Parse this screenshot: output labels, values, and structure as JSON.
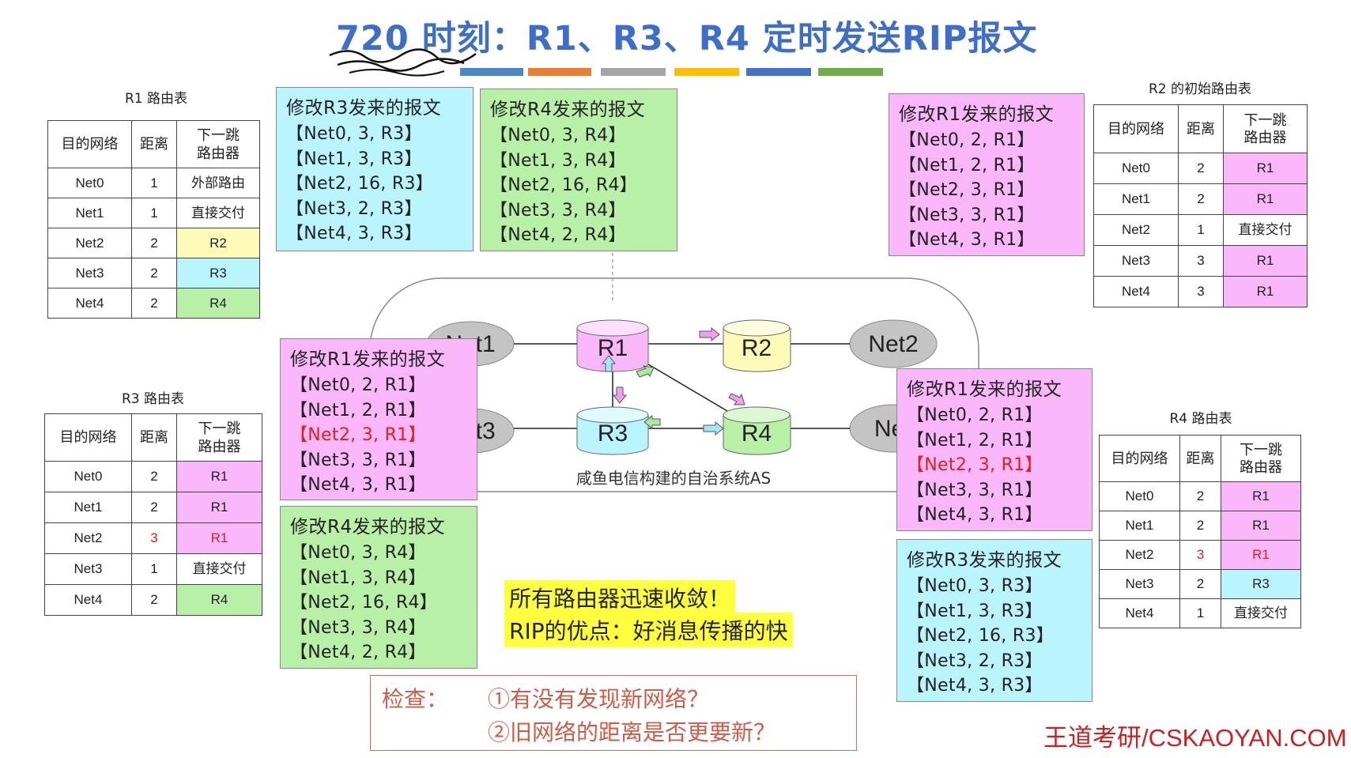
{
  "title": "720 时刻：R1、R3、R4 定时发送RIP报文",
  "table_header": {
    "dest": "目的网络",
    "dist": "距离",
    "next_line1": "下一跳",
    "next_line2": "路由器"
  },
  "r1_table": {
    "caption": "R1 路由表",
    "rows": [
      {
        "net": "Net0",
        "dist": "1",
        "next": "外部路由"
      },
      {
        "net": "Net1",
        "dist": "1",
        "next": "直接交付"
      },
      {
        "net": "Net2",
        "dist": "2",
        "next": "R2"
      },
      {
        "net": "Net3",
        "dist": "2",
        "next": "R3"
      },
      {
        "net": "Net4",
        "dist": "2",
        "next": "R4"
      }
    ]
  },
  "r2_table": {
    "caption": "R2 的初始路由表",
    "rows": [
      {
        "net": "Net0",
        "dist": "2",
        "next": "R1"
      },
      {
        "net": "Net1",
        "dist": "2",
        "next": "R1"
      },
      {
        "net": "Net2",
        "dist": "1",
        "next": "直接交付"
      },
      {
        "net": "Net3",
        "dist": "3",
        "next": "R1"
      },
      {
        "net": "Net4",
        "dist": "3",
        "next": "R1"
      }
    ]
  },
  "r3_table": {
    "caption": "R3 路由表",
    "rows": [
      {
        "net": "Net0",
        "dist": "2",
        "next": "R1"
      },
      {
        "net": "Net1",
        "dist": "2",
        "next": "R1"
      },
      {
        "net": "Net2",
        "dist": "3",
        "next": "R1"
      },
      {
        "net": "Net3",
        "dist": "1",
        "next": "直接交付"
      },
      {
        "net": "Net4",
        "dist": "2",
        "next": "R4"
      }
    ]
  },
  "r4_table": {
    "caption": "R4 路由表",
    "rows": [
      {
        "net": "Net0",
        "dist": "2",
        "next": "R1"
      },
      {
        "net": "Net1",
        "dist": "2",
        "next": "R1"
      },
      {
        "net": "Net2",
        "dist": "3",
        "next": "R1"
      },
      {
        "net": "Net3",
        "dist": "2",
        "next": "R3"
      },
      {
        "net": "Net4",
        "dist": "1",
        "next": "直接交付"
      }
    ]
  },
  "msg_r1_from_r3": {
    "title": "修改R3发来的报文",
    "rows": [
      "【Net0, 3, R3】",
      "【Net1, 3, R3】",
      "【Net2, 16, R3】",
      "【Net3, 2, R3】",
      "【Net4, 3, R3】"
    ]
  },
  "msg_r1_from_r4": {
    "title": "修改R4发来的报文",
    "rows": [
      "【Net0, 3, R4】",
      "【Net1, 3, R4】",
      "【Net2, 16, R4】",
      "【Net3, 3, R4】",
      "【Net4, 2, R4】"
    ]
  },
  "msg_r2_from_r1": {
    "title": "修改R1发来的报文",
    "rows": [
      "【Net0, 2, R1】",
      "【Net1, 2, R1】",
      "【Net2, 3, R1】",
      "【Net3, 3, R1】",
      "【Net4, 3, R1】"
    ]
  },
  "msg_r3_from_r1": {
    "title": "修改R1发来的报文",
    "rows": [
      "【Net0, 2, R1】",
      "【Net1, 2, R1】",
      "【Net2, 3, R1】",
      "【Net3, 3, R1】",
      "【Net4, 3, R1】"
    ]
  },
  "msg_r3_from_r4": {
    "title": "修改R4发来的报文",
    "rows": [
      "【Net0, 3, R4】",
      "【Net1, 3, R4】",
      "【Net2, 16, R4】",
      "【Net3, 3, R4】",
      "【Net4, 2, R4】"
    ]
  },
  "msg_r4_from_r1": {
    "title": "修改R1发来的报文",
    "rows": [
      "【Net0, 2, R1】",
      "【Net1, 2, R1】",
      "【Net2, 3, R1】",
      "【Net3, 3, R1】",
      "【Net4, 3, R1】"
    ]
  },
  "msg_r4_from_r3": {
    "title": "修改R3发来的报文",
    "rows": [
      "【Net0, 3, R3】",
      "【Net1, 3, R3】",
      "【Net2, 16, R3】",
      "【Net3, 2, R3】",
      "【Net4, 3, R3】"
    ]
  },
  "topology": {
    "routers": {
      "r1": "R1",
      "r2": "R2",
      "r3": "R3",
      "r4": "R4"
    },
    "nets": {
      "net1": "Net1",
      "net2": "Net2",
      "net3": "Net3",
      "net4": "Ne"
    },
    "as_label": "咸鱼电信构建的自治系统AS"
  },
  "note": {
    "line1": "所有路由器迅速收敛！",
    "line2": "RIP的优点：好消息传播的快"
  },
  "check": {
    "label": "检查：",
    "item1": "①有没有发现新网络？",
    "item2": "②旧网络的距离是否更要新？"
  },
  "brand": "王道考研/CSKAOYAN.COM",
  "colors": {
    "title": "#3d6fc9",
    "bar": [
      "#4b86c6",
      "#ec7d32",
      "#a5a5a5",
      "#fdbf00",
      "#4472c4",
      "#70ad47"
    ],
    "cyan": "#b9f4ff",
    "green": "#b8f0a8",
    "pink": "#fab8fa",
    "yellow": "#fdfbb7",
    "red": "#e0201c"
  }
}
